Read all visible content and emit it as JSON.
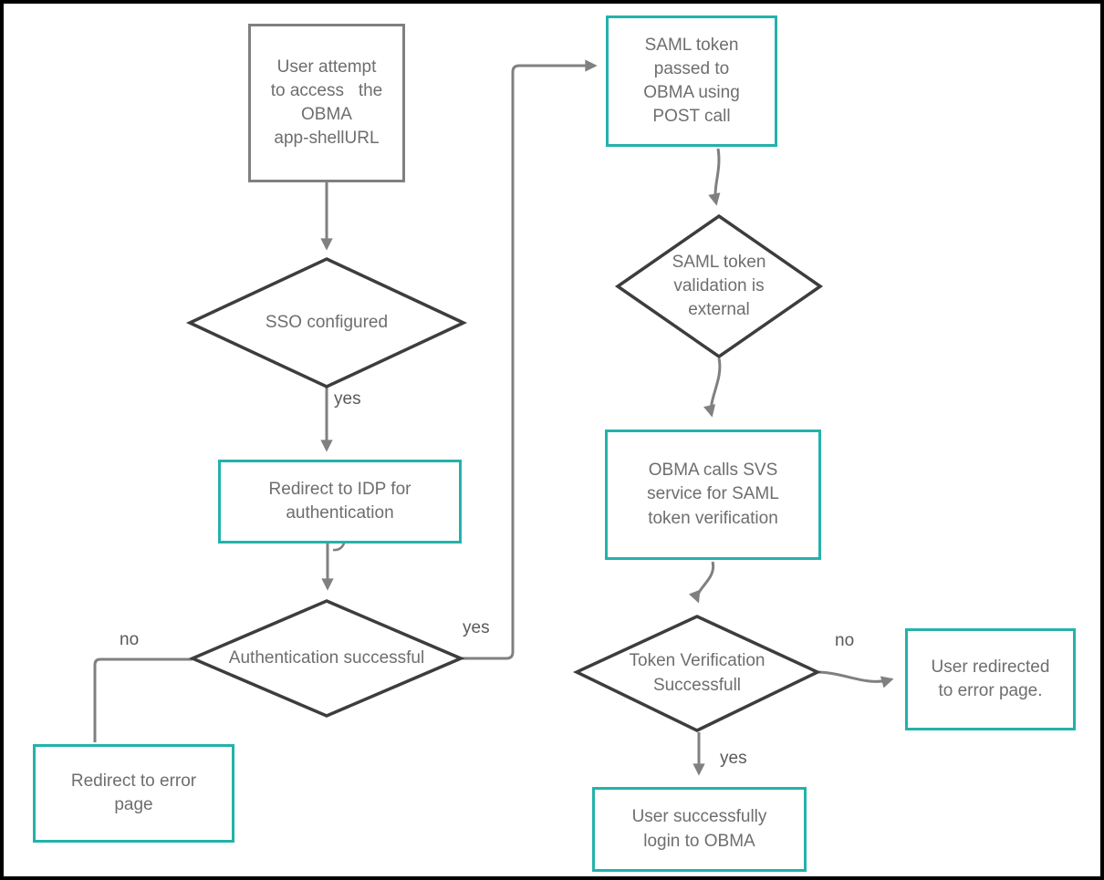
{
  "diagram": {
    "nodes": {
      "user_attempt": {
        "label": "User attempt\nto access   the\nOBMA\napp-shellURL"
      },
      "sso_configured": {
        "label": "SSO configured"
      },
      "redirect_idp": {
        "label": "Redirect to IDP for\nauthentication"
      },
      "auth_successful": {
        "label": "Authentication successful"
      },
      "redirect_error": {
        "label": "Redirect to error\npage"
      },
      "saml_post": {
        "label": "SAML token\npassed to\nOBMA using\nPOST call"
      },
      "saml_validation": {
        "label": "SAML token\nvalidation is\nexternal"
      },
      "obma_svs": {
        "label": "OBMA calls SVS\nservice for SAML\ntoken verification"
      },
      "token_verification": {
        "label": "Token Verification\nSuccessfull"
      },
      "user_redirect_error": {
        "label": "User redirected\nto error page."
      },
      "user_login": {
        "label": "User successfully\nlogin to OBMA"
      }
    },
    "edge_labels": {
      "sso_yes": "yes",
      "auth_no": "no",
      "auth_yes": "yes",
      "token_no": "no",
      "token_yes": "yes"
    },
    "colors": {
      "accent_teal": "#23b2aa",
      "rect_gray_border": "#808080",
      "diamond_border": "#3d3d3d",
      "connector_gray": "#808080",
      "text_gray": "#6e6e6e",
      "page_border": "#000000"
    }
  }
}
